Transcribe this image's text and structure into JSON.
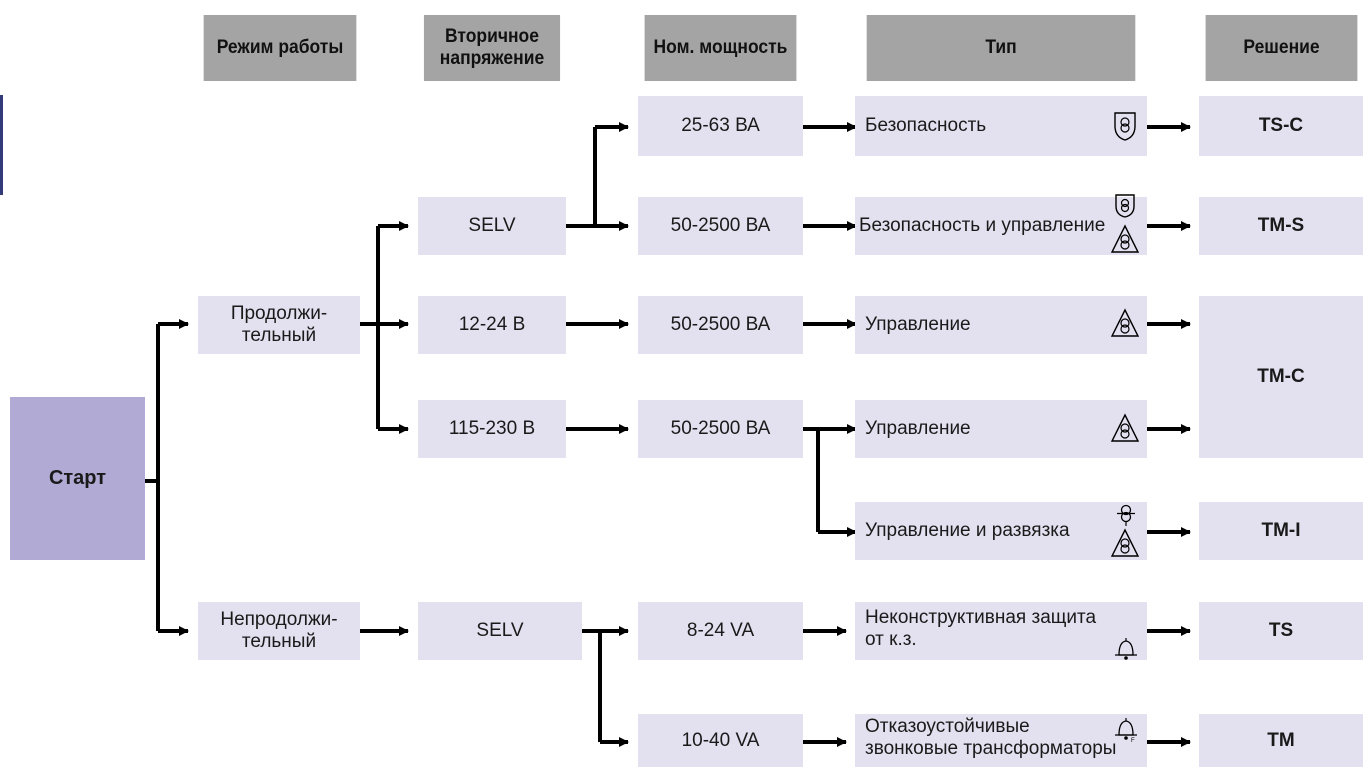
{
  "headers": {
    "mode": "Режим работы",
    "secondary_voltage": [
      "Вторичное",
      "напряжение"
    ],
    "rated_power": "Ном. мощность",
    "type": "Тип",
    "solution": "Решение"
  },
  "start": {
    "label": "Старт"
  },
  "modes": {
    "continuous": [
      "Продолжи-",
      "тельный"
    ],
    "non_continuous": [
      "Непродолжи-",
      "тельный"
    ]
  },
  "voltages": {
    "selv_1": "SELV",
    "v_12_24": "12-24 В",
    "v_115_230": "115-230 В",
    "selv_2": "SELV"
  },
  "powers": {
    "p1": "25-63 ВА",
    "p2": "50-2500 ВА",
    "p3": "50-2500 ВА",
    "p4": "50-2500 ВА",
    "p5": "8-24 VA",
    "p6": "10-40 VA"
  },
  "types": {
    "t1": [
      "Безопасность"
    ],
    "t2": [
      "Безопасность и управление"
    ],
    "t3": [
      "Управление"
    ],
    "t4": [
      "Управление"
    ],
    "t5": [
      "Управление и развязка"
    ],
    "t6": [
      "Неконструктивная защита",
      "от к.з."
    ],
    "t7": [
      "Отказоустойчивые",
      "звонковые трансформаторы"
    ]
  },
  "solutions": {
    "s1": "TS-C",
    "s2": "TM-S",
    "s3": "TM-C",
    "s4": "TM-I",
    "s5": "TS",
    "s6": "TM"
  },
  "symbols": {
    "safety": "safety-transformer-icon",
    "control": "control-transformer-icon",
    "isolation": "isolating-transformer-icon",
    "bell": "bell-transformer-icon",
    "bell_failsafe": "failsafe-bell-transformer-icon"
  },
  "colors": {
    "header_bg": "#a4a4a4",
    "box_bg": "#e3e0ef",
    "start_bg": "#b1aad4",
    "line": "#000000",
    "accent_bar": "#333a7a"
  }
}
